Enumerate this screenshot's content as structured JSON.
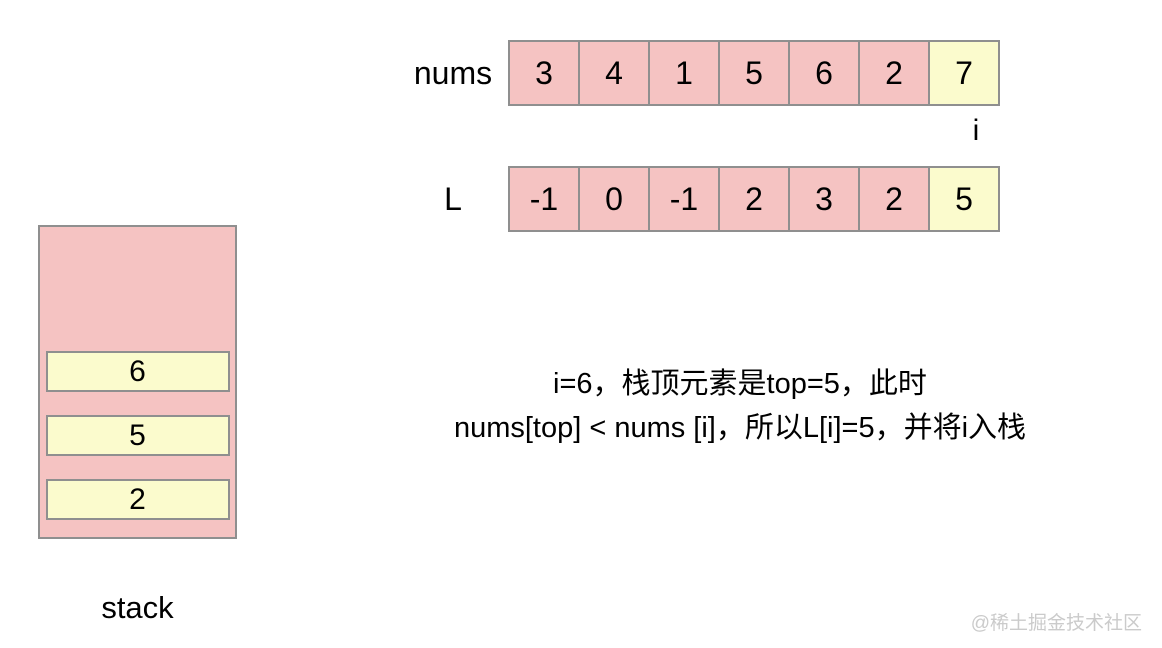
{
  "colors": {
    "cell_pink": "#f5c3c2",
    "cell_yellow": "#fbfbcd",
    "border_gray": "#8f8f8f",
    "watermark_gray": "#cbcbcb"
  },
  "nums_row": {
    "label": "nums",
    "values": [
      "3",
      "4",
      "1",
      "5",
      "6",
      "2",
      "7"
    ],
    "highlight_index": "6"
  },
  "pointer": {
    "label": "i"
  },
  "l_row": {
    "label": "L",
    "values": [
      "-1",
      "0",
      "-1",
      "2",
      "3",
      "2",
      "5"
    ],
    "highlight_index": "6"
  },
  "stack": {
    "label": "stack",
    "items": [
      "6",
      "5",
      "2"
    ]
  },
  "caption": {
    "line1": "i=6，栈顶元素是top=5，此时",
    "line2": "nums[top] < nums [i]，所以L[i]=5，并将i入栈"
  },
  "watermark": "@稀土掘金技术社区"
}
